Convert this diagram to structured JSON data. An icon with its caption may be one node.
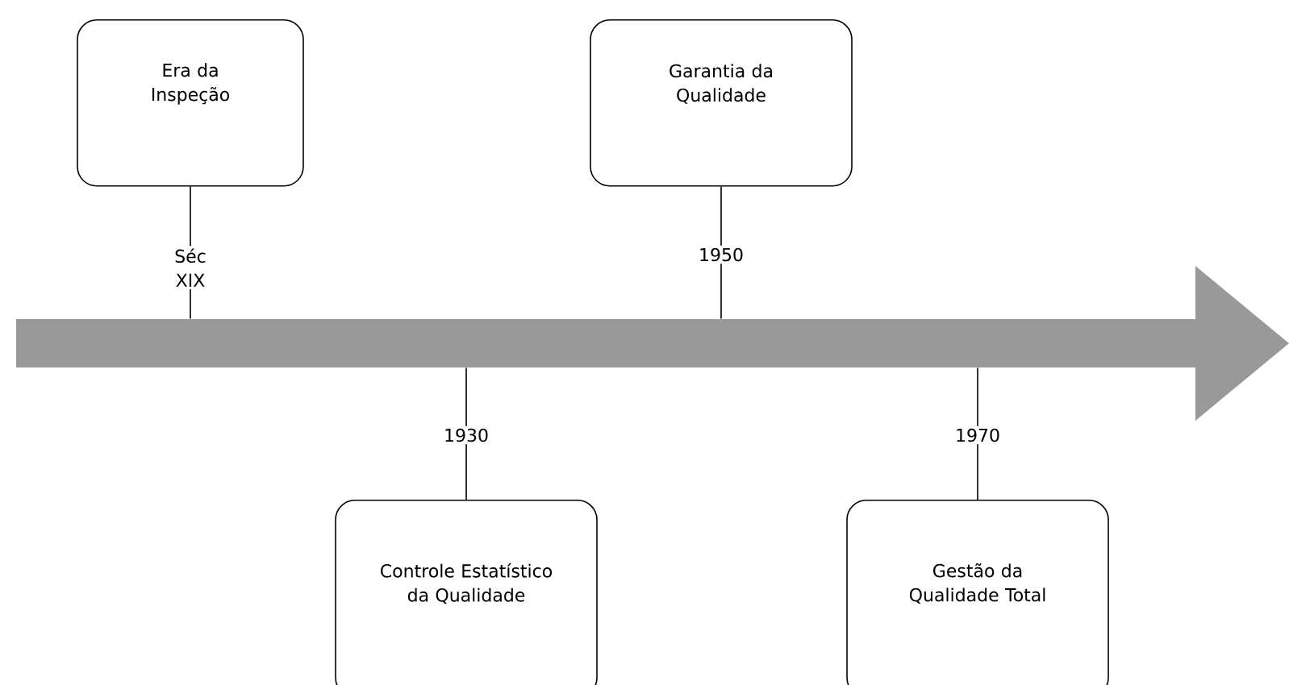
{
  "diagram": {
    "nodes": [
      {
        "text": [
          "Era da Inspeção"
        ]
      },
      {
        "text": [
          "Garantia da Qualidade"
        ]
      },
      {
        "text": [
          "Controle Estatístico da Qualidade"
        ]
      },
      {
        "text": [
          "Gestão da Qualidade Total"
        ]
      },
      {
        "text": [],
        "shape": "arrow"
      }
    ],
    "edges": [
      {
        "from": 0,
        "to": 4,
        "arrow": "none",
        "label": "Séc XIX"
      },
      {
        "from": 1,
        "to": 4,
        "arrow": "none",
        "label": "1950"
      },
      {
        "from": 4,
        "to": 2,
        "arrow": "none",
        "label": "1930"
      },
      {
        "from": 4,
        "to": 3,
        "arrow": "none",
        "label": "1970"
      }
    ]
  }
}
